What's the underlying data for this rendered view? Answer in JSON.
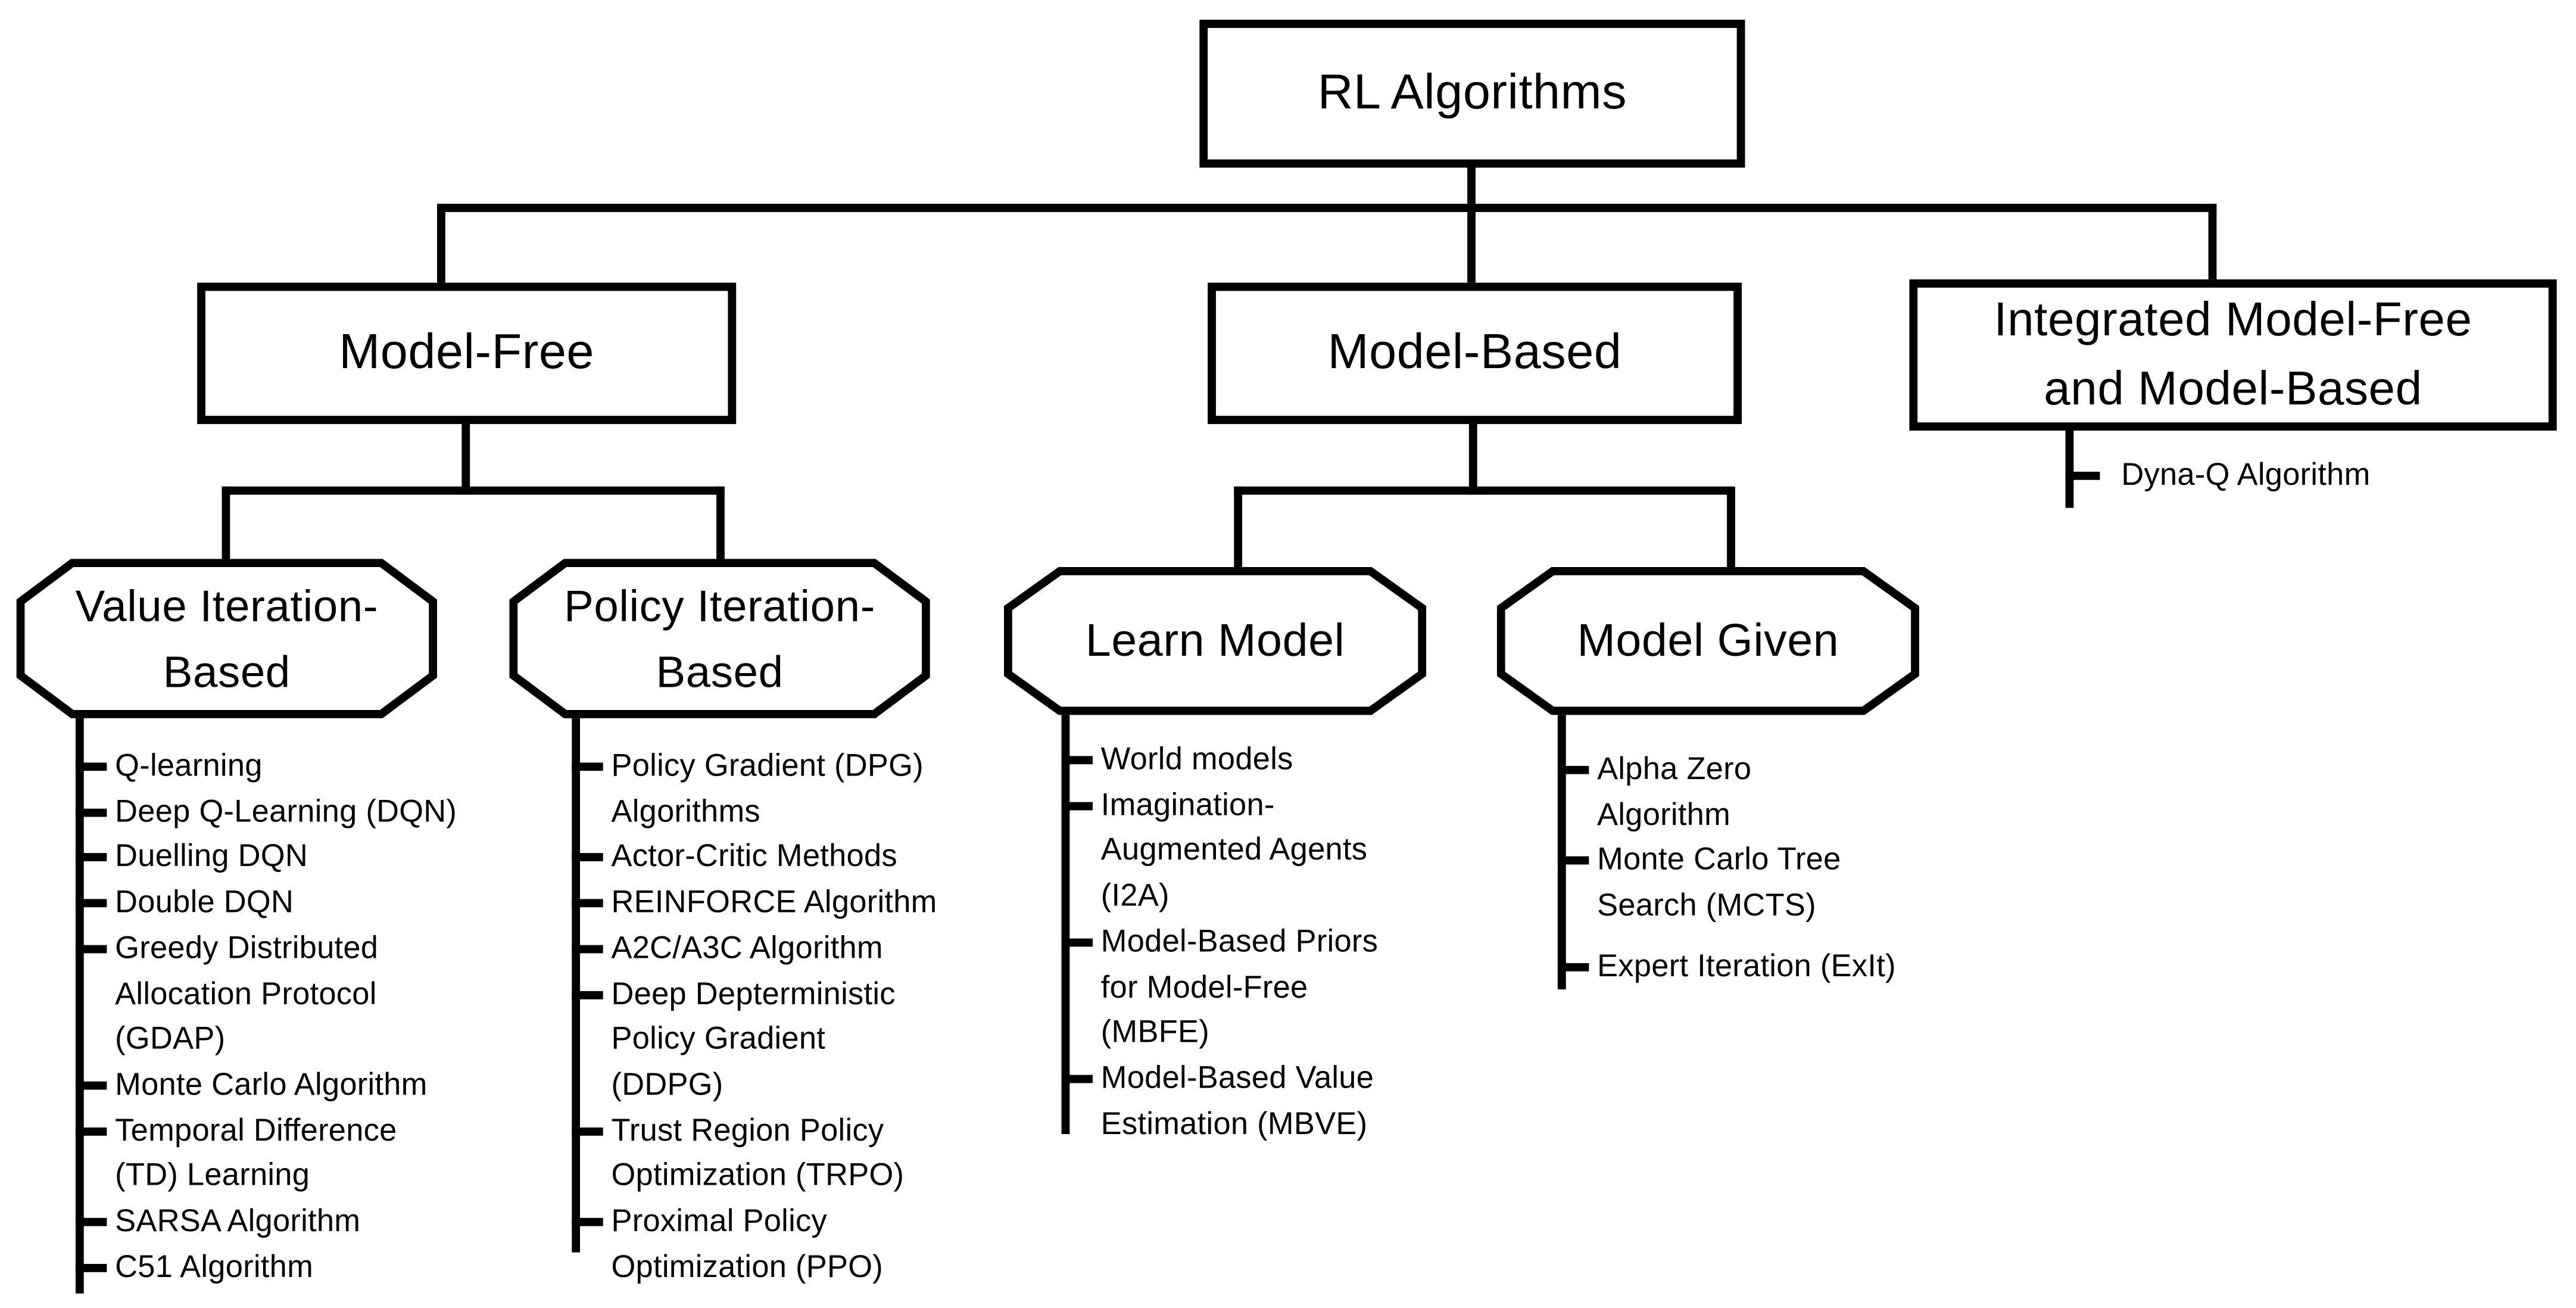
{
  "diagram": {
    "root_label": "RL Algorithms",
    "model_free": {
      "label": "Model-Free",
      "value_iteration": {
        "label": [
          "Value Iteration-",
          "Based"
        ],
        "items": [
          [
            "Q-learning"
          ],
          [
            "Deep Q-Learning (DQN)"
          ],
          [
            "Duelling DQN"
          ],
          [
            "Double DQN"
          ],
          [
            "Greedy Distributed",
            "Allocation Protocol",
            "(GDAP)"
          ],
          [
            "Monte Carlo Algorithm"
          ],
          [
            "Temporal Difference",
            "(TD) Learning"
          ],
          [
            "SARSA Algorithm"
          ],
          [
            "C51 Algorithm"
          ]
        ]
      },
      "policy_iteration": {
        "label": [
          "Policy Iteration-",
          "Based"
        ],
        "items": [
          [
            "Policy Gradient (DPG)",
            "Algorithms"
          ],
          [
            "Actor-Critic Methods"
          ],
          [
            "REINFORCE Algorithm"
          ],
          [
            "A2C/A3C Algorithm"
          ],
          [
            "Deep Depterministic",
            "Policy Gradient",
            "(DDPG)"
          ],
          [
            "Trust Region Policy",
            "Optimization (TRPO)"
          ],
          [
            "Proximal Policy",
            "Optimization (PPO)"
          ]
        ]
      }
    },
    "model_based": {
      "label": "Model-Based",
      "learn_model": {
        "label": "Learn Model",
        "items": [
          [
            "World models"
          ],
          [
            "Imagination-",
            "Augmented Agents",
            "(I2A)"
          ],
          [
            "Model-Based Priors",
            "for Model-Free",
            "(MBFE)"
          ],
          [
            "Model-Based Value",
            "Estimation (MBVE)"
          ]
        ]
      },
      "model_given": {
        "label": "Model Given",
        "items": [
          [
            "Alpha Zero",
            "Algorithm"
          ],
          [
            "Monte Carlo Tree",
            "Search (MCTS)"
          ],
          [
            "Expert Iteration (ExIt)"
          ]
        ]
      }
    },
    "integrated": {
      "label": [
        "Integrated Model-Free",
        "and Model-Based"
      ],
      "items": [
        [
          "Dyna-Q Algorithm"
        ]
      ]
    }
  }
}
